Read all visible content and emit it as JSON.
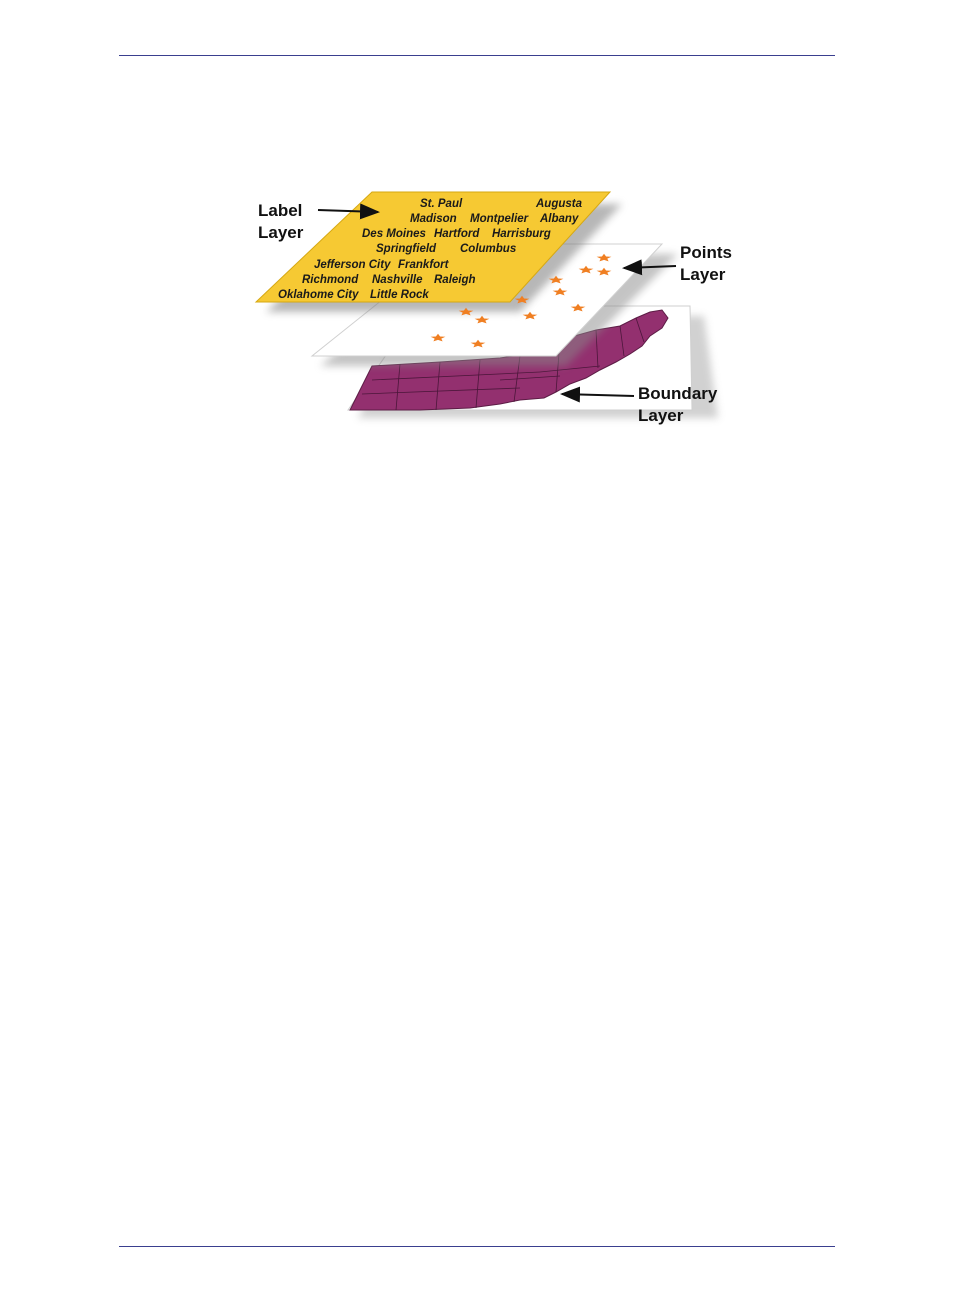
{
  "figure": {
    "label_layer": {
      "line1": "Label",
      "line2": "Layer"
    },
    "points_layer": {
      "line1": "Points",
      "line2": "Layer"
    },
    "boundary_layer": {
      "line1": "Boundary",
      "line2": "Layer"
    },
    "cities": [
      "St. Paul",
      "Augusta",
      "Madison",
      "Montpelier",
      "Albany",
      "Des Moines",
      "Hartford",
      "Harrisburg",
      "Springfield",
      "Columbus",
      "Jefferson City",
      "Frankfort",
      "Richmond",
      "Nashville",
      "Raleigh",
      "Oklahome City",
      "Little Rock"
    ],
    "colors": {
      "label_layer_fill": "#f6c933",
      "points_layer_fill": "#ffffff",
      "boundary_fill": "#93306f",
      "star_color": "#f07f22",
      "rule_color": "#3a3f8f"
    }
  }
}
